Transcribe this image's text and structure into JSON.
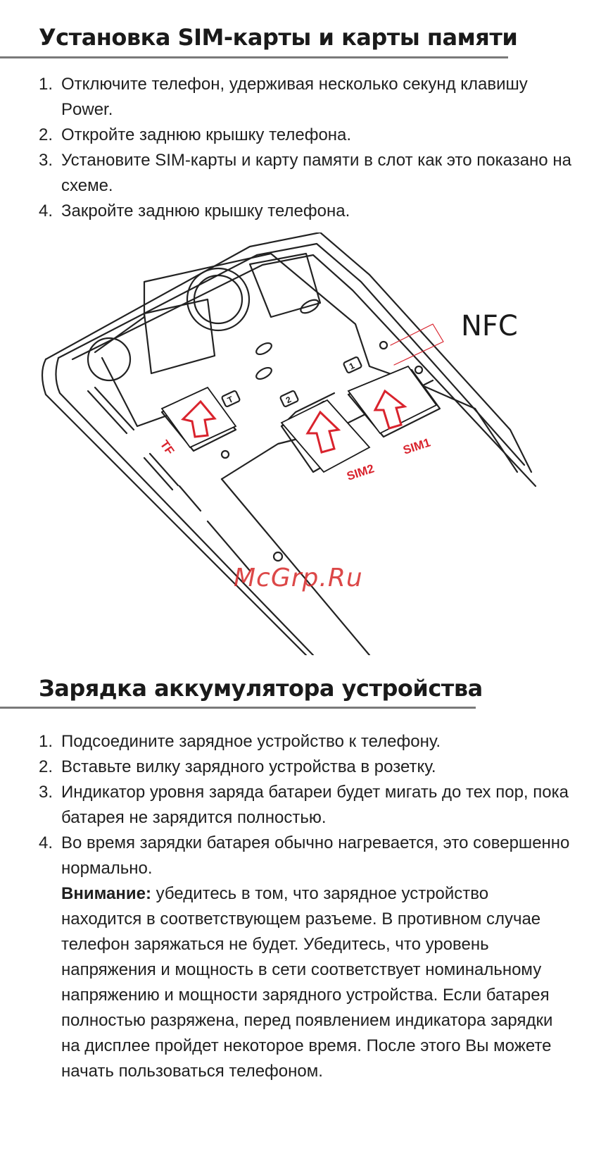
{
  "section1": {
    "title": "Установка SIM-карты и карты памяти",
    "steps": [
      {
        "num": "1.",
        "text": "Отключите телефон, удерживая несколько секунд клавишу Power."
      },
      {
        "num": "2.",
        "text": "Откройте заднюю крышку телефона."
      },
      {
        "num": "3.",
        "text": "Установите SIM-карты и карту памяти в слот как это показано на схеме."
      },
      {
        "num": "4.",
        "text": "Закройте заднюю крышку телефона."
      }
    ]
  },
  "diagram": {
    "nfc_label": "NFC",
    "tf_label": "TF",
    "sim1_label": "SIM1",
    "sim2_label": "SIM2",
    "slot1_mark": "1",
    "slot2_mark": "2",
    "slot_t_mark": "T",
    "watermark": "McGrp.Ru",
    "accent_color": "#d9232d"
  },
  "section2": {
    "title": "Зарядка аккумулятора устройства",
    "steps": [
      {
        "num": "1.",
        "text": "Подсоедините зарядное устройство к телефону."
      },
      {
        "num": "2.",
        "text": "Вставьте вилку зарядного устройства в розетку."
      },
      {
        "num": "3.",
        "text": "Индикатор уровня заряда батареи будет мигать до тех пор, пока батарея не зарядится полностью."
      },
      {
        "num": "4.",
        "text": "Во время зарядки батарея обычно нагревается, это совершенно нормально."
      }
    ],
    "note_label": "Внимание:",
    "note_text": " убедитесь в том, что зарядное устройство находится в соответствующем разъеме. В противном случае телефон заряжаться не будет. Убедитесь, что уровень напряжения и мощность в сети соответствует номинальному напряжению и мощности зарядного устройства. Если батарея полностью разряжена, перед появлением индикатора зарядки на дисплее пройдет некоторое время. После этого Вы можете начать пользоваться телефоном."
  }
}
